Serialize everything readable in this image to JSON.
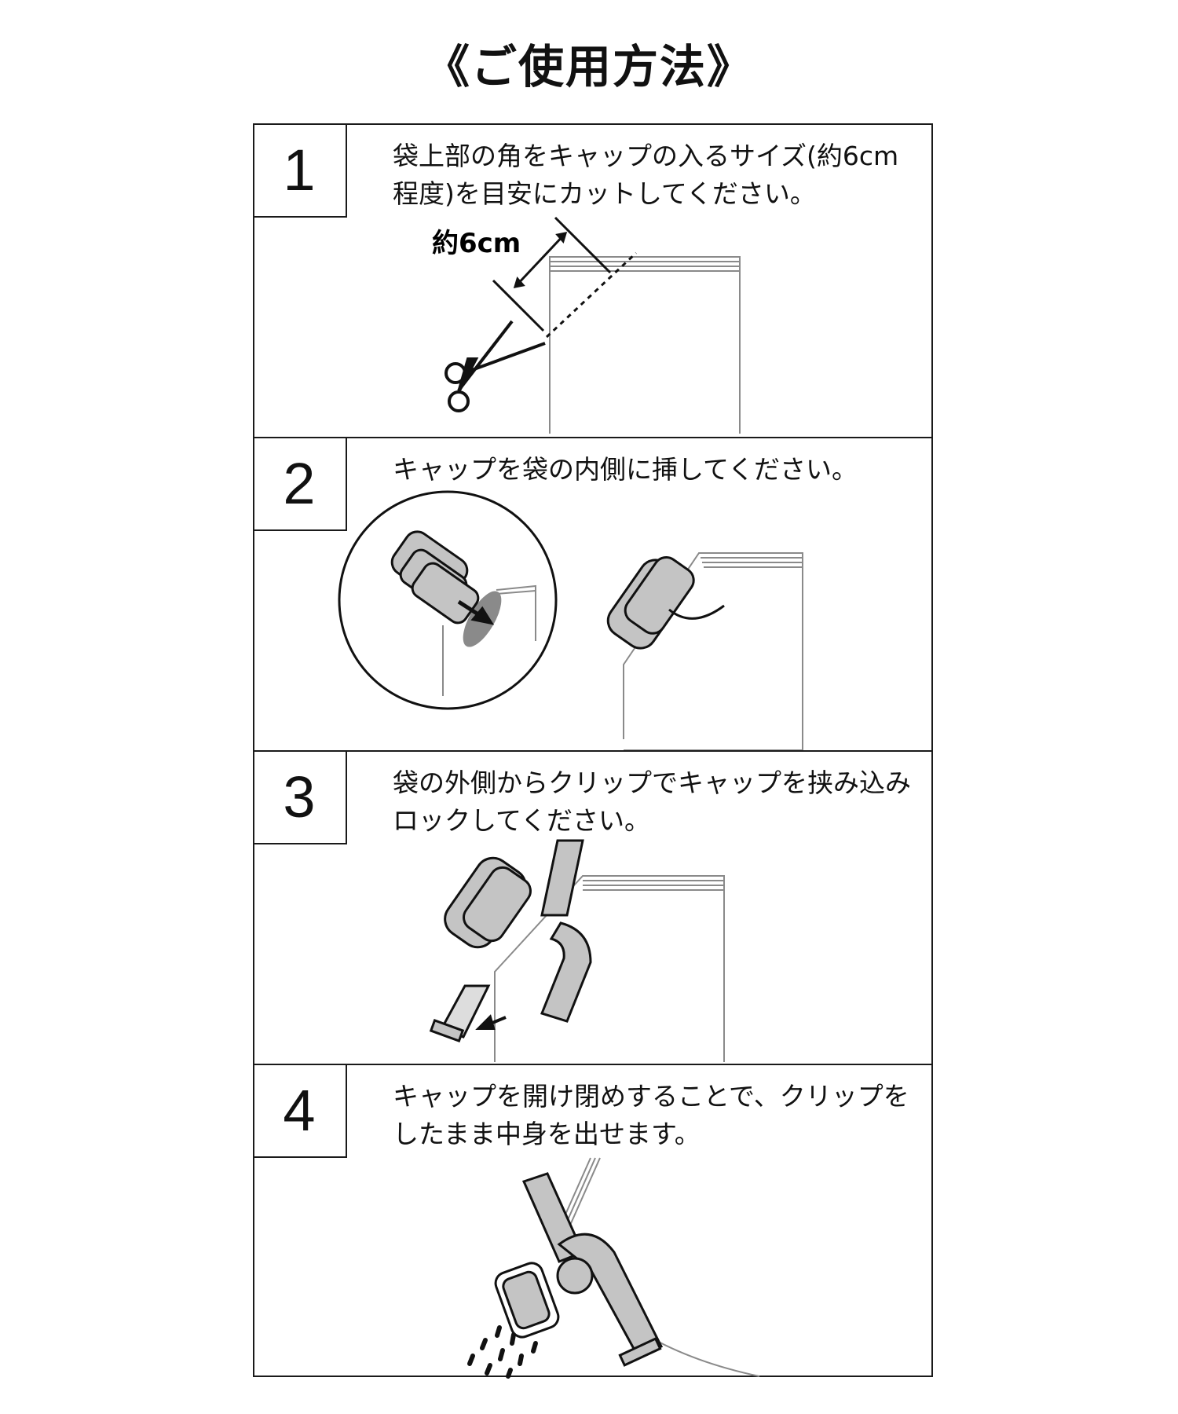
{
  "title": "《ご使用方法》",
  "steps": [
    {
      "number": "1",
      "text": "袋上部の角をキャップの入るサイズ(約6cm程度)を目安にカットしてください。",
      "dimension_label": "約6cm"
    },
    {
      "number": "2",
      "text": "キャップを袋の内側に挿してください。"
    },
    {
      "number": "3",
      "text": "袋の外側からクリップでキャップを挟み込みロックしてください。"
    },
    {
      "number": "4",
      "text": "キャップを開け閉めすることで、クリップをしたまま中身を出せます。"
    }
  ],
  "colors": {
    "line": "#1a1a1a",
    "part_fill": "#c4c4c4",
    "bag_line": "#8a8a8a"
  }
}
